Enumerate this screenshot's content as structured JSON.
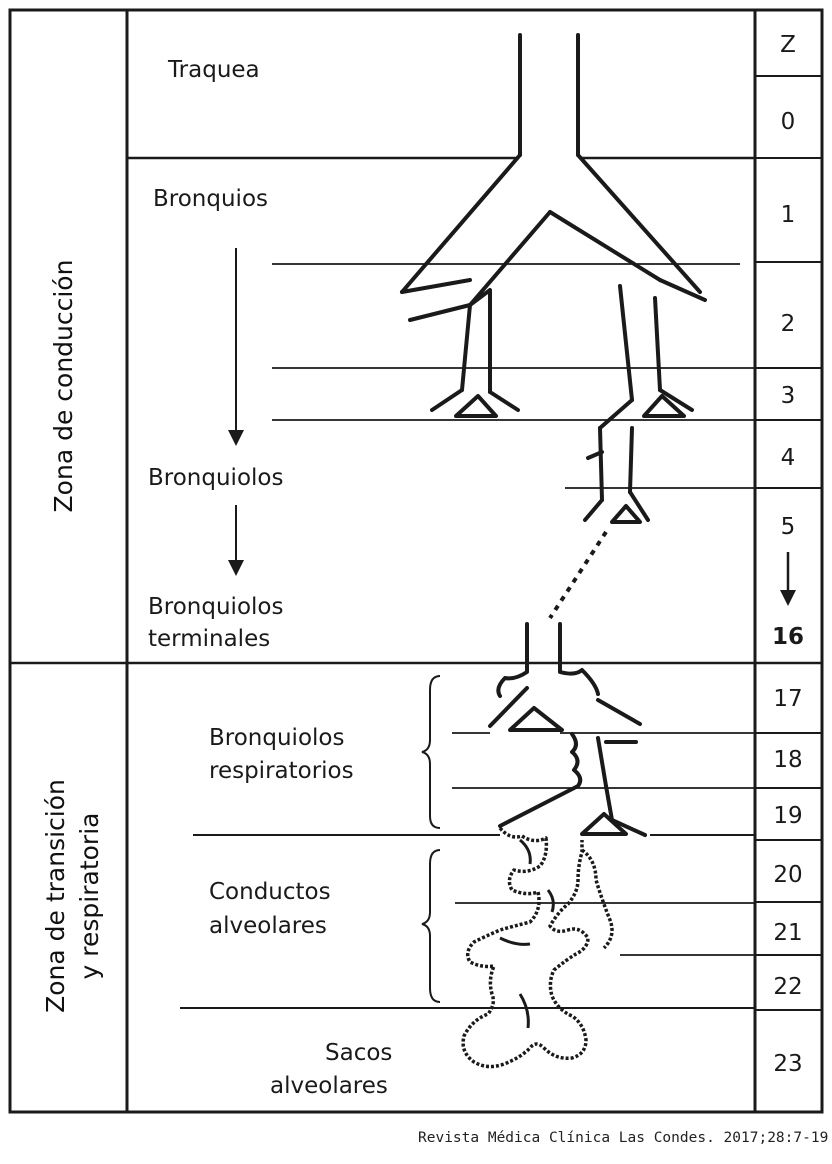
{
  "zones": {
    "conduction": "Zona de conducción",
    "transition_line1": "Zona de transición",
    "transition_line2": "y respiratoria"
  },
  "structures": {
    "trachea": "Traquea",
    "bronchi": "Bronquios",
    "bronchioles": "Bronquiolos",
    "terminal_line1": "Bronquiolos",
    "terminal_line2": "terminales",
    "respiratory_line1": "Bronquiolos",
    "respiratory_line2": "respiratorios",
    "ducts_line1": "Conductos",
    "ducts_line2": "alveolares",
    "sacs_line1": "Sacos",
    "sacs_line2": "alveolares"
  },
  "generations": {
    "header": "Z",
    "items": [
      "0",
      "1",
      "2",
      "3",
      "4",
      "5",
      "16",
      "17",
      "18",
      "19",
      "20",
      "21",
      "22",
      "23"
    ]
  },
  "citation": "Revista Médica Clínica Las Condes. 2017;28:7-19"
}
